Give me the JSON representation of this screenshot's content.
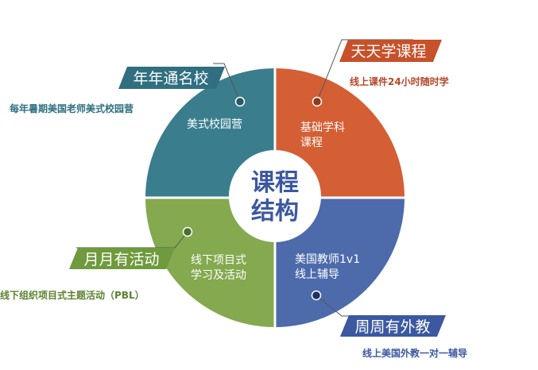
{
  "center": {
    "line1": "课程",
    "line2": "结构"
  },
  "quadrants": {
    "top_left": {
      "label": "美式校园营",
      "color": "#3a7e8e"
    },
    "top_right": {
      "label_line1": "基础学科",
      "label_line2": "课程",
      "color": "#d45f35"
    },
    "bottom_left": {
      "label_line1": "线下项目式",
      "label_line2": "学习及活动",
      "color": "#84a94f"
    },
    "bottom_right": {
      "label_line1": "美国教师1v1",
      "label_line2": "线上辅导",
      "color": "#4d6aab"
    }
  },
  "callouts": {
    "top_left": {
      "title": "年年通名校",
      "desc": "每年暑期美国老师美式校园营",
      "tag_color": "#2f6f80",
      "desc_color": "#2f6f80"
    },
    "top_right": {
      "title": "天天学课程",
      "desc": "线上课件24小时随时学",
      "tag_color": "#c7512a",
      "desc_color": "#b5482a"
    },
    "bottom_left": {
      "title": "月月有活动",
      "desc": "线下组织项目式主题活动（PBL）",
      "tag_color": "#6f9a3d",
      "desc_color": "#5c8230"
    },
    "bottom_right": {
      "title": "周周有外教",
      "desc": "线上美国外教一对一辅导",
      "tag_color": "#3b58a0",
      "desc_color": "#3b58a0"
    }
  }
}
